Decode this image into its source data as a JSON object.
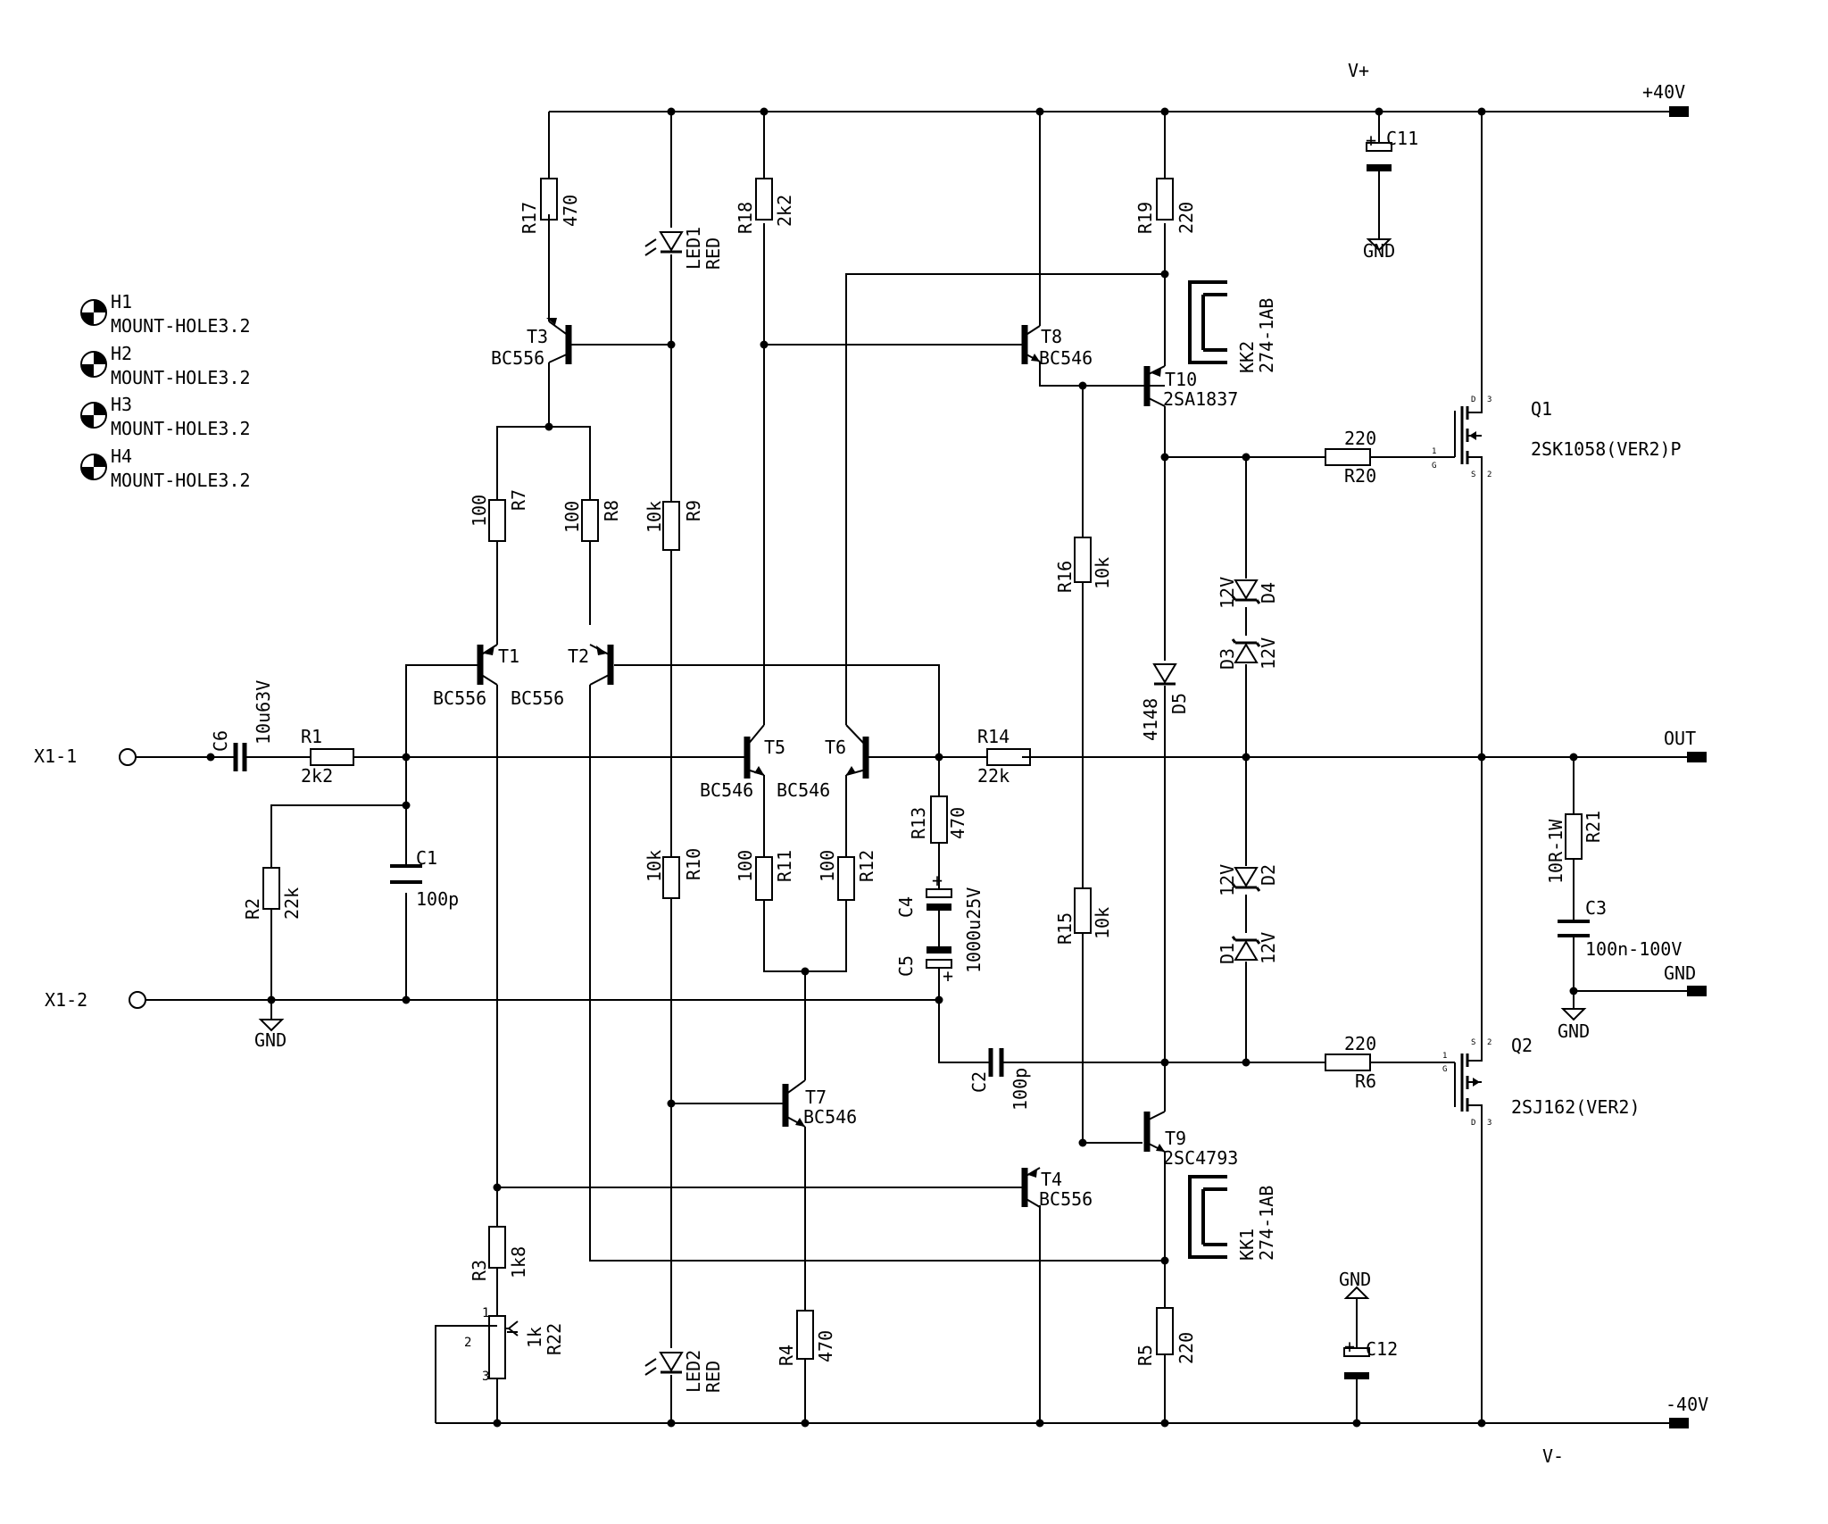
{
  "rails": {
    "vplus": "V+",
    "vminus": "V-",
    "pos": "+40V",
    "neg": "-40V",
    "out": "OUT",
    "gnd": "GND"
  },
  "inputs": {
    "x1_1": "X1-1",
    "x1_2": "X1-2"
  },
  "mounting_holes": [
    {
      "ref": "H1",
      "value": "MOUNT-HOLE3.2"
    },
    {
      "ref": "H2",
      "value": "MOUNT-HOLE3.2"
    },
    {
      "ref": "H3",
      "value": "MOUNT-HOLE3.2"
    },
    {
      "ref": "H4",
      "value": "MOUNT-HOLE3.2"
    }
  ],
  "parts": {
    "R1": {
      "ref": "R1",
      "value": "2k2"
    },
    "R2": {
      "ref": "R2",
      "value": "22k"
    },
    "R3": {
      "ref": "R3",
      "value": "1k8"
    },
    "R4": {
      "ref": "R4",
      "value": "470"
    },
    "R5": {
      "ref": "R5",
      "value": "220"
    },
    "R6": {
      "ref": "R6",
      "value": "220"
    },
    "R7": {
      "ref": "R7",
      "value": "100"
    },
    "R8": {
      "ref": "R8",
      "value": "100"
    },
    "R9": {
      "ref": "R9",
      "value": "10k"
    },
    "R10": {
      "ref": "R10",
      "value": "10k"
    },
    "R11": {
      "ref": "R11",
      "value": "100"
    },
    "R12": {
      "ref": "R12",
      "value": "100"
    },
    "R13": {
      "ref": "R13",
      "value": "470"
    },
    "R14": {
      "ref": "R14",
      "value": "22k"
    },
    "R15": {
      "ref": "R15",
      "value": "10k"
    },
    "R16": {
      "ref": "R16",
      "value": "10k"
    },
    "R17": {
      "ref": "R17",
      "value": "470"
    },
    "R18": {
      "ref": "R18",
      "value": "2k2"
    },
    "R19": {
      "ref": "R19",
      "value": "220"
    },
    "R20": {
      "ref": "R20",
      "value": "220"
    },
    "R21": {
      "ref": "R21",
      "value": "10R-1W"
    },
    "R22": {
      "ref": "R22",
      "value": "1k"
    },
    "C1": {
      "ref": "C1",
      "value": "100p"
    },
    "C2": {
      "ref": "C2",
      "value": "100p"
    },
    "C3": {
      "ref": "C3",
      "value": "100n-100V"
    },
    "C4": {
      "ref": "C4",
      "value": "1000u25V"
    },
    "C5": {
      "ref": "C5",
      "value": ""
    },
    "C6": {
      "ref": "C6",
      "value": "10u63V"
    },
    "C11": {
      "ref": "C11",
      "value": ""
    },
    "C12": {
      "ref": "C12",
      "value": ""
    },
    "T1": {
      "ref": "T1",
      "value": "BC556"
    },
    "T2": {
      "ref": "T2",
      "value": "BC556"
    },
    "T3": {
      "ref": "T3",
      "value": "BC556"
    },
    "T4": {
      "ref": "T4",
      "value": "BC556"
    },
    "T5": {
      "ref": "T5",
      "value": "BC546"
    },
    "T6": {
      "ref": "T6",
      "value": "BC546"
    },
    "T7": {
      "ref": "T7",
      "value": "BC546"
    },
    "T8": {
      "ref": "T8",
      "value": "BC546"
    },
    "T9": {
      "ref": "T9",
      "value": "2SC4793"
    },
    "T10": {
      "ref": "T10",
      "value": "2SA1837"
    },
    "Q1": {
      "ref": "Q1",
      "value": "2SK1058(VER2)P"
    },
    "Q2": {
      "ref": "Q2",
      "value": "2SJ162(VER2)"
    },
    "D1": {
      "ref": "D1",
      "value": "12V"
    },
    "D2": {
      "ref": "D2",
      "value": "12V"
    },
    "D3": {
      "ref": "D3",
      "value": "12V"
    },
    "D4": {
      "ref": "D4",
      "value": "12V"
    },
    "D5": {
      "ref": "D5",
      "value": "4148"
    },
    "LED1": {
      "ref": "LED1",
      "value": "RED"
    },
    "LED2": {
      "ref": "LED2",
      "value": "RED"
    },
    "KK1": {
      "ref": "KK1",
      "value": "274-1AB"
    },
    "KK2": {
      "ref": "KK2",
      "value": "274-1AB"
    }
  },
  "pins": {
    "one": "1",
    "two": "2",
    "three": "3",
    "g": "G",
    "s": "S",
    "d": "D"
  }
}
